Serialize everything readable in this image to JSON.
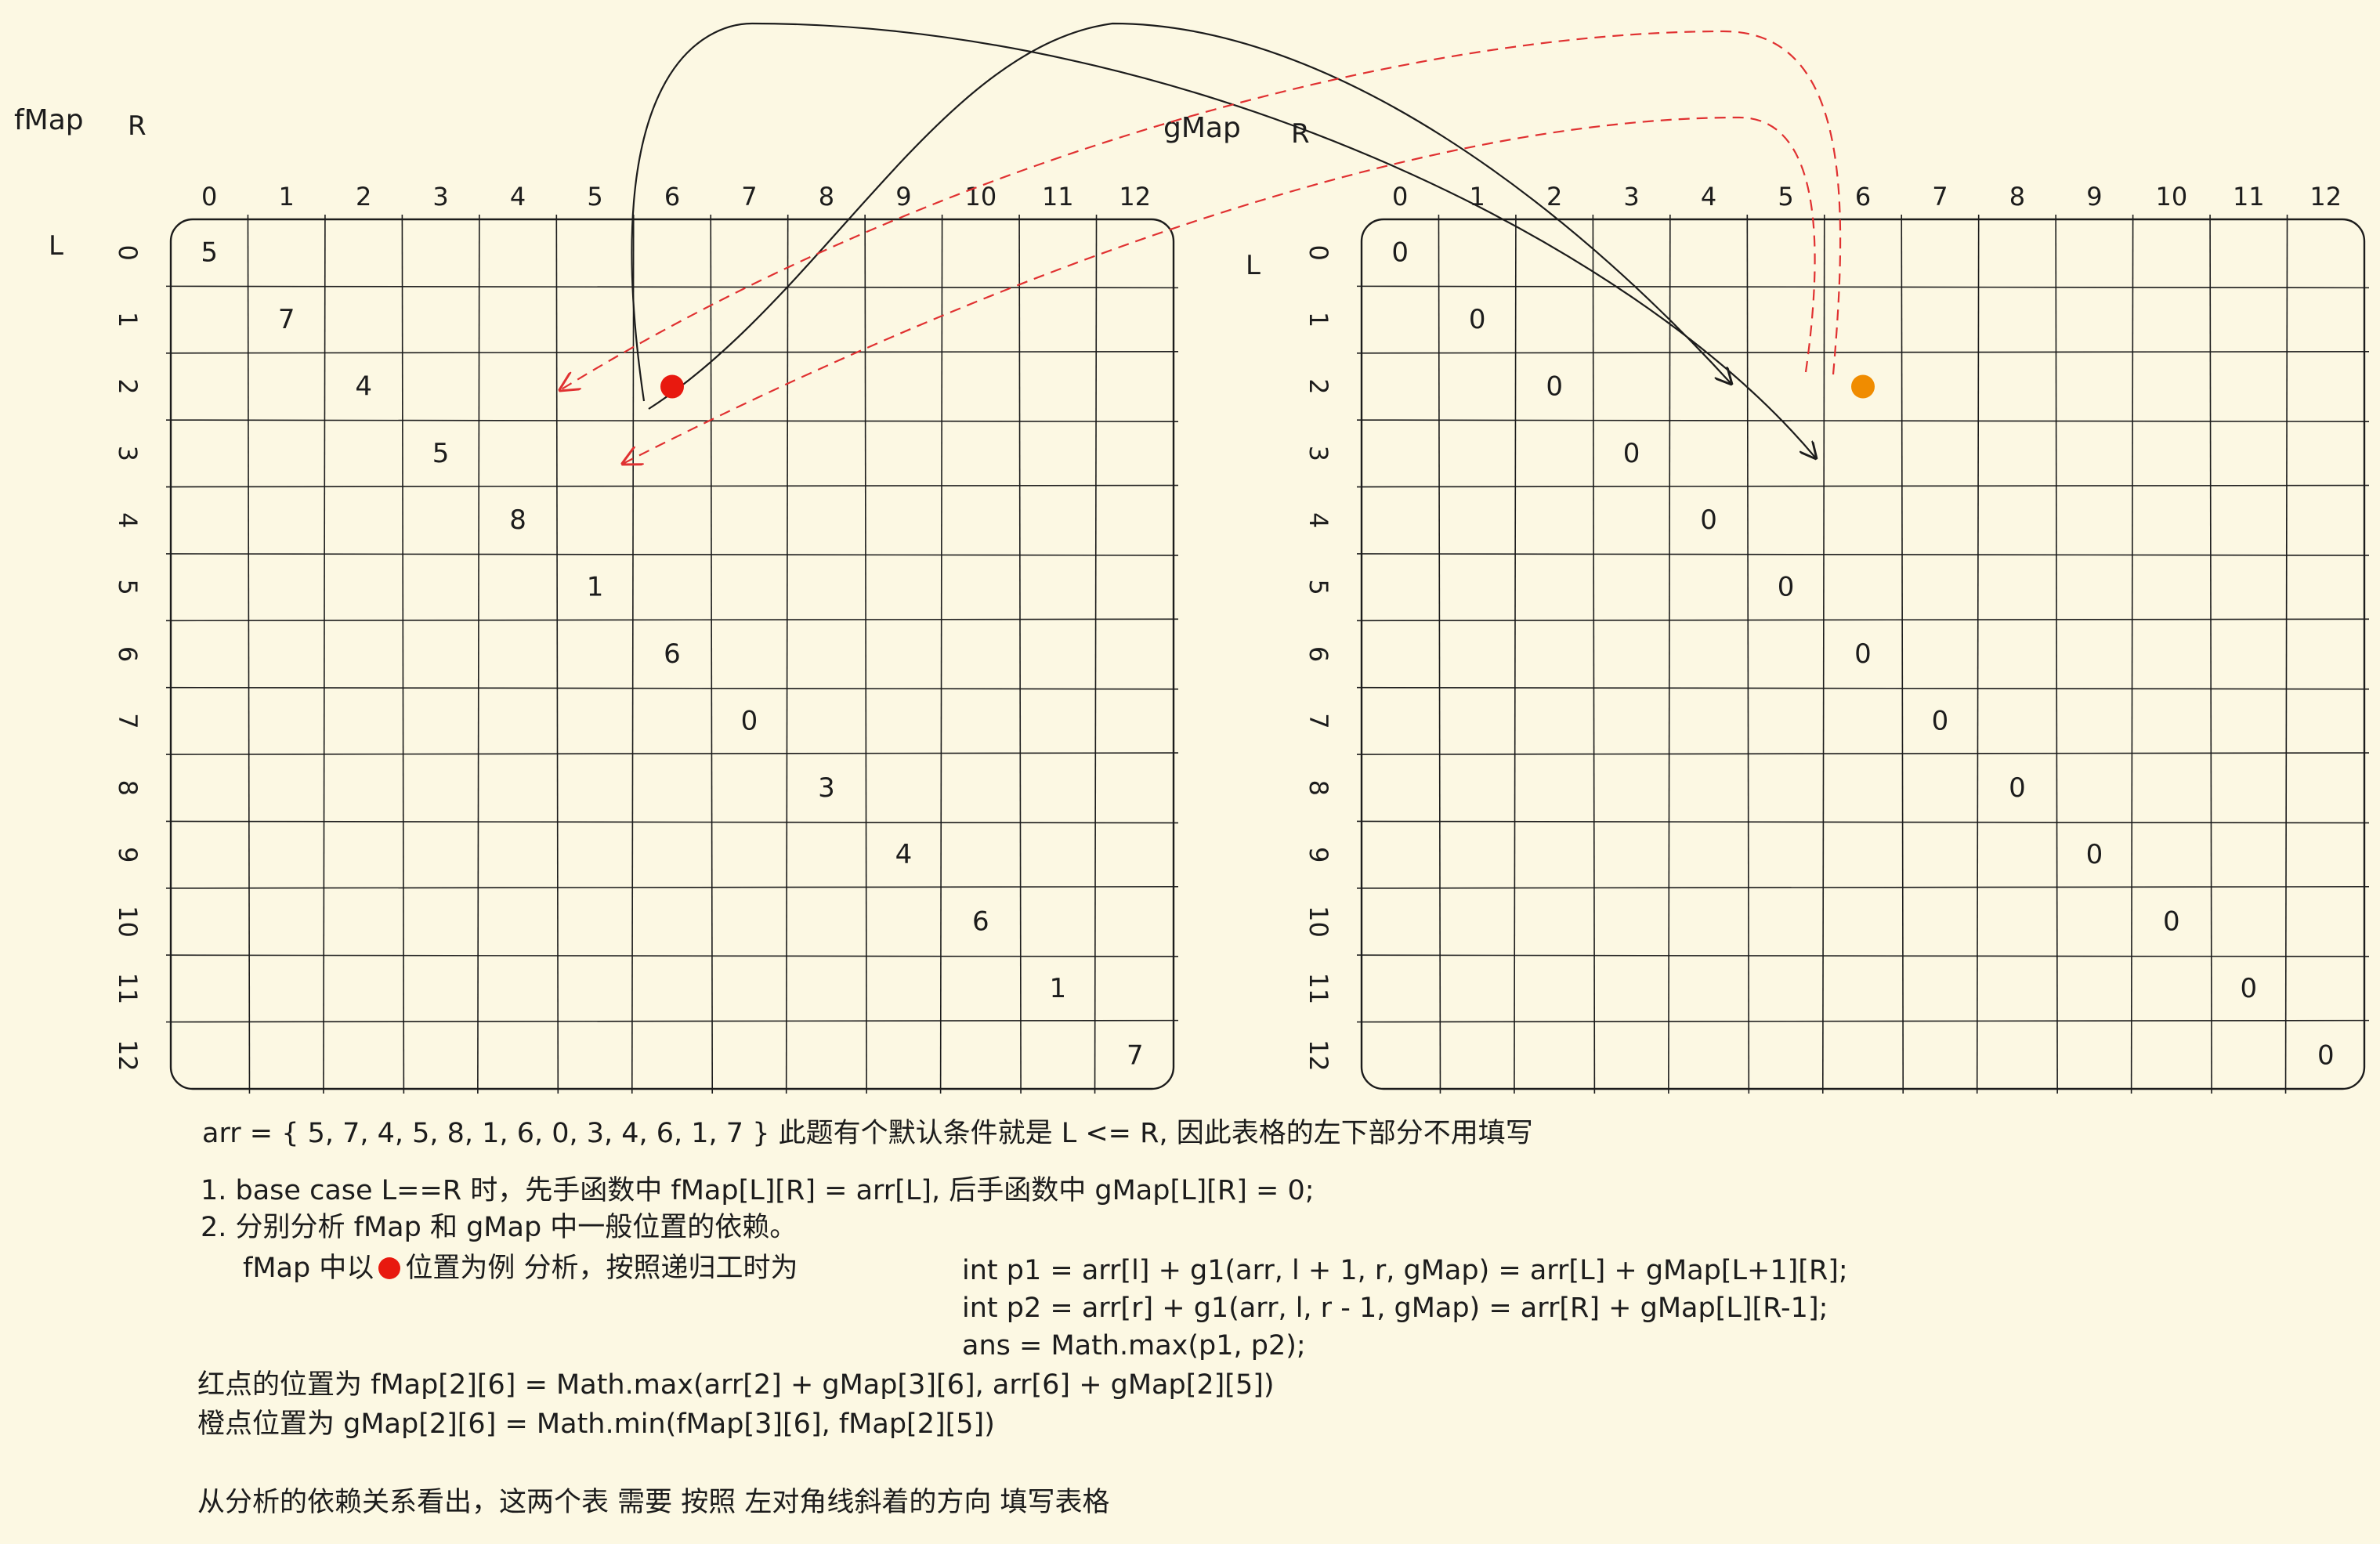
{
  "fmap": {
    "name": "fMap",
    "row_axis": "L",
    "col_axis": "R",
    "col_labels": [
      "0",
      "1",
      "2",
      "3",
      "4",
      "5",
      "6",
      "7",
      "8",
      "9",
      "10",
      "11",
      "12"
    ],
    "row_labels": [
      "0",
      "1",
      "2",
      "3",
      "4",
      "5",
      "6",
      "7",
      "8",
      "9",
      "10",
      "11",
      "12"
    ],
    "diagonal_values": [
      "5",
      "7",
      "4",
      "5",
      "8",
      "1",
      "6",
      "0",
      "3",
      "4",
      "6",
      "1",
      "7"
    ],
    "marker": {
      "row": 2,
      "col": 6,
      "color": "#e8190f"
    }
  },
  "gmap": {
    "name": "gMap",
    "row_axis": "L",
    "col_axis": "R",
    "col_labels": [
      "0",
      "1",
      "2",
      "3",
      "4",
      "5",
      "6",
      "7",
      "8",
      "9",
      "10",
      "11",
      "12"
    ],
    "row_labels": [
      "0",
      "1",
      "2",
      "3",
      "4",
      "5",
      "6",
      "7",
      "8",
      "9",
      "10",
      "11",
      "12"
    ],
    "diagonal_values": [
      "0",
      "0",
      "0",
      "0",
      "0",
      "0",
      "0",
      "0",
      "0",
      "0",
      "0",
      "0",
      "0"
    ],
    "marker": {
      "row": 2,
      "col": 6,
      "color": "#f08c00"
    }
  },
  "colors": {
    "background": "#fcf8e3",
    "ink": "#1c1c1c",
    "dependency_dashed": "#e03131"
  },
  "notes": {
    "arr_line": "arr = { 5, 7, 4, 5, 8, 1, 6, 0, 3, 4, 6, 1, 7 }   此题有个默认条件就是 L <= R, 因此表格的左下部分不用填写",
    "step1": "1. base case L==R 时，先手函数中 fMap[L][R] = arr[L], 后手函数中 gMap[L][R] = 0;",
    "step2": "2. 分别分析 fMap 和 gMap 中一般位置的依赖。",
    "step2_sub_prefix": "fMap 中以",
    "step2_sub_suffix": "位置为例 分析，按照递归工时为",
    "code1": "int p1 = arr[l] + g1(arr, l + 1, r, gMap) = arr[L] + gMap[L+1][R];",
    "code2": "int p2 = arr[r] + g1(arr, l, r - 1, gMap) = arr[R] + gMap[L][R-1];",
    "code3": "ans = Math.max(p1, p2);",
    "red_point": "红点的位置为 fMap[2][6]  = Math.max(arr[2] + gMap[3][6], arr[6] + gMap[2][5])",
    "orange_point": "橙点位置为 gMap[2][6] = Math.min(fMap[3][6], fMap[2][5])",
    "conclusion": "从分析的依赖关系看出，这两个表 需要 按照 左对角线斜着的方向 填写表格"
  }
}
